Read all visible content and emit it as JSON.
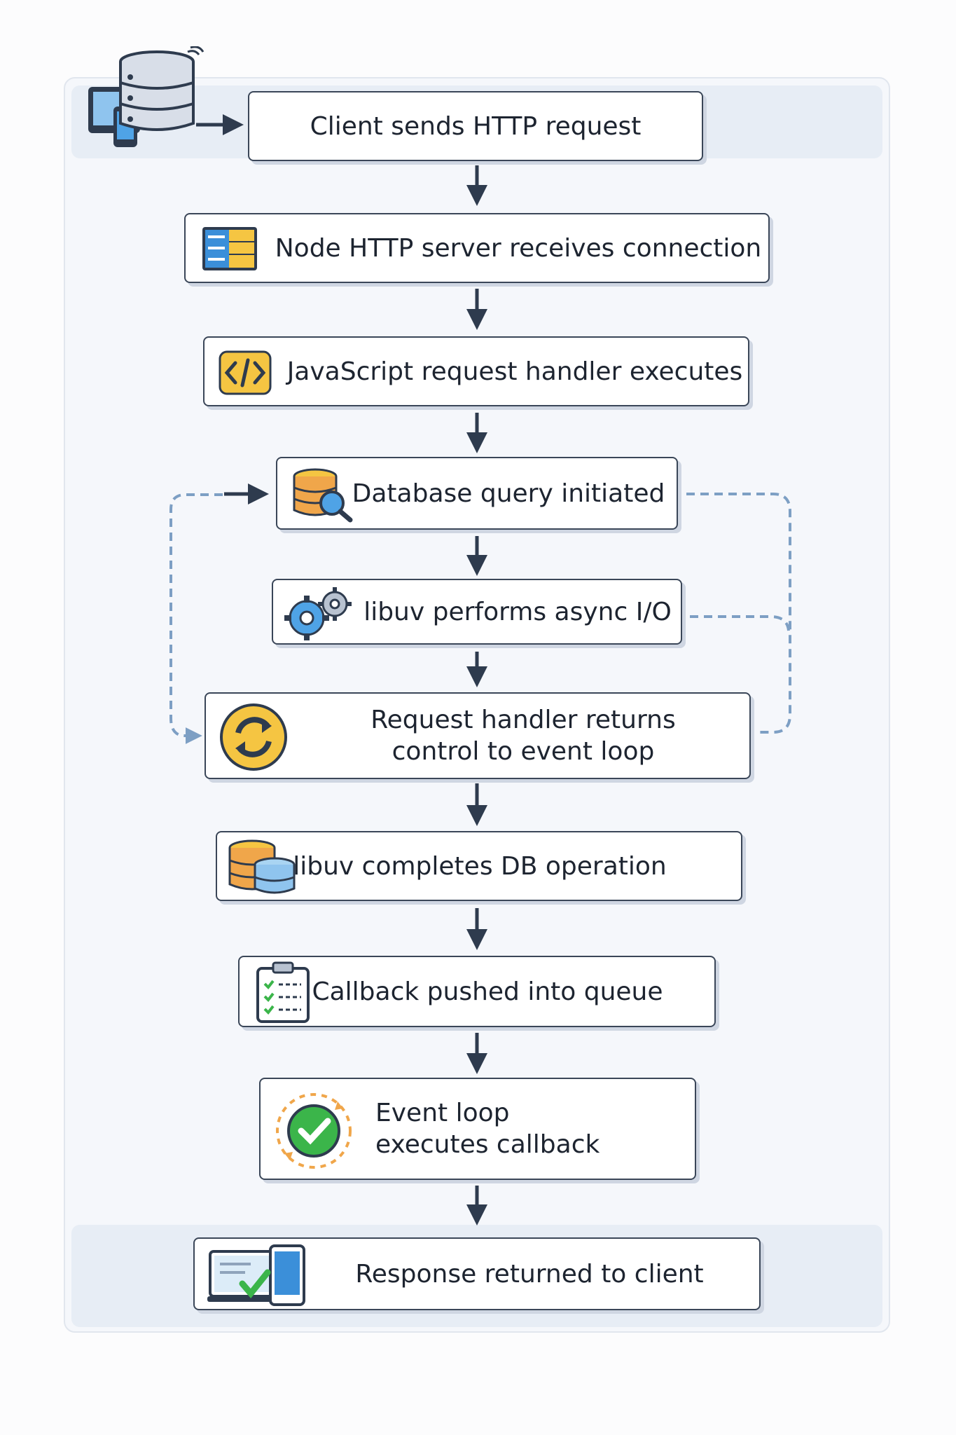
{
  "steps": [
    {
      "label": "Client sends HTTP request",
      "icon": "client-devices-icon"
    },
    {
      "label": "Node HTTP server receives connection",
      "icon": "server-rack-icon"
    },
    {
      "label": "JavaScript request handler executes",
      "icon": "code-icon"
    },
    {
      "label": "Database query initiated",
      "icon": "database-search-icon"
    },
    {
      "label": "libuv performs async I/O",
      "icon": "gears-icon"
    },
    {
      "label": "Request handler returns control to event loop",
      "icon": "refresh-icon"
    },
    {
      "label": "libuv completes DB operation",
      "icon": "databases-icon"
    },
    {
      "label": "Callback pushed into queue",
      "icon": "checklist-icon"
    },
    {
      "label": "Event loop executes callback",
      "icon": "check-cycle-icon"
    },
    {
      "label": "Response returned to client",
      "icon": "monitor-check-icon"
    }
  ],
  "colors": {
    "arrow": "#2e3b4e",
    "dashed": "#6f93b8",
    "accent_yellow": "#f5c542",
    "accent_blue": "#3b8fd9",
    "accent_green": "#3bb54a"
  }
}
